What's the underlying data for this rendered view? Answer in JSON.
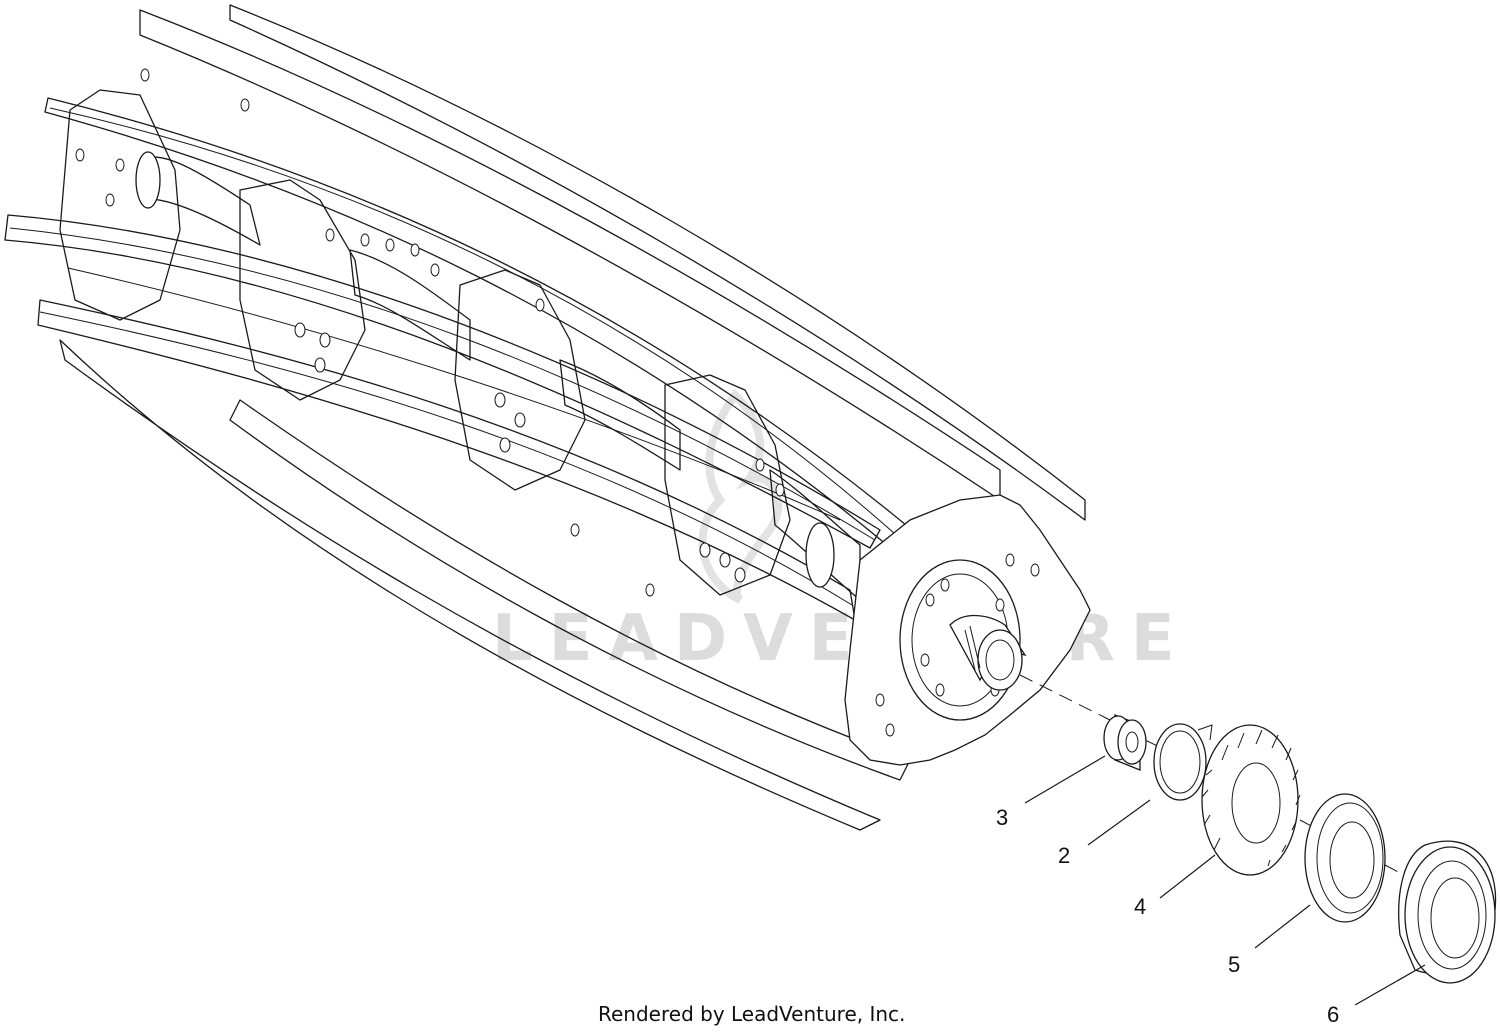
{
  "watermark": {
    "text": "LEADVENTURE"
  },
  "callouts": [
    {
      "id": "3",
      "label": "3"
    },
    {
      "id": "2",
      "label": "2"
    },
    {
      "id": "4",
      "label": "4"
    },
    {
      "id": "5",
      "label": "5"
    },
    {
      "id": "6",
      "label": "6"
    }
  ],
  "footer": {
    "credit": "Rendered by LeadVenture, Inc."
  }
}
